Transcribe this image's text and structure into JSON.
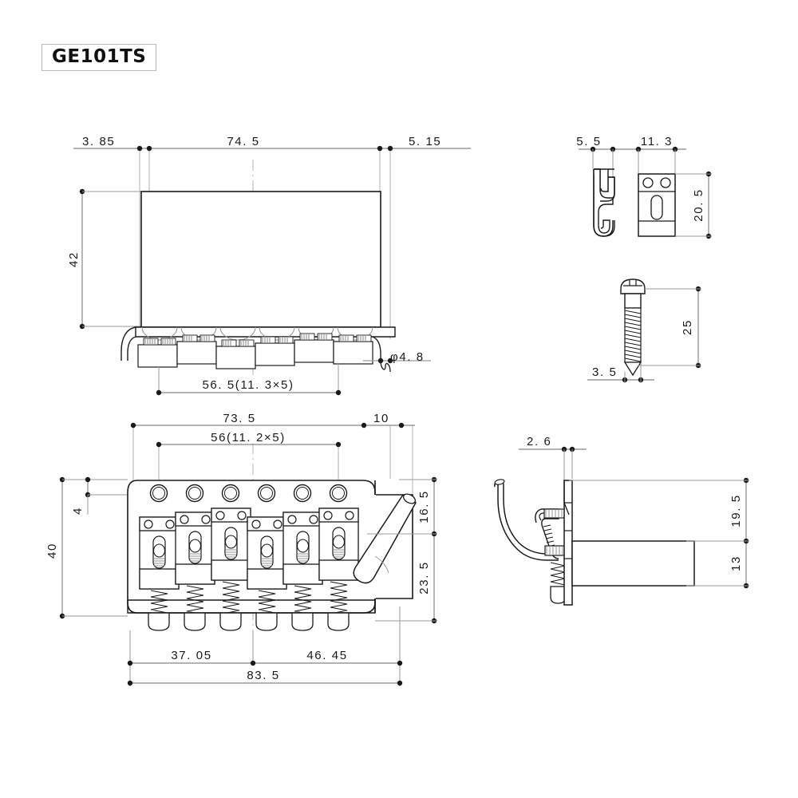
{
  "page": {
    "title": "GE101TS",
    "background_color": "#ffffff",
    "line_color": "#1a1a1a",
    "dim_line_color": "#9a9a9a",
    "center_line_color": "#b0b0b0"
  },
  "views": {
    "front_elevation": {
      "name": "front-elevation-view",
      "dimensions": {
        "left_offset": "3. 85",
        "main_width": "74. 5",
        "right_offset": "5. 15",
        "height": "42",
        "string_spacing": "56. 5(11. 3×5)",
        "hole_diameter": "φ4. 8"
      }
    },
    "top_plan": {
      "name": "top-plan-view",
      "dimensions": {
        "body_width": "73. 5",
        "string_spacing": "56(11. 2×5)",
        "arm_offset": "10",
        "overall_height": "40",
        "edge_offset": "4",
        "upper_right": "16. 5",
        "lower_right": "23. 5",
        "left_segment": "37. 05",
        "right_segment": "46. 45",
        "overall_width": "83. 5"
      }
    },
    "hook_plate": {
      "name": "hook-and-plate-detail",
      "dimensions": {
        "hook_width": "5. 5",
        "plate_width": "11. 3",
        "plate_height": "20. 5"
      }
    },
    "screw": {
      "name": "mounting-screw-detail",
      "dimensions": {
        "length": "25",
        "diameter": "3. 5"
      }
    },
    "side_section": {
      "name": "side-section-view",
      "dimensions": {
        "plate_thickness": "2. 6",
        "block_top": "19. 5",
        "block_bottom": "13"
      }
    }
  }
}
